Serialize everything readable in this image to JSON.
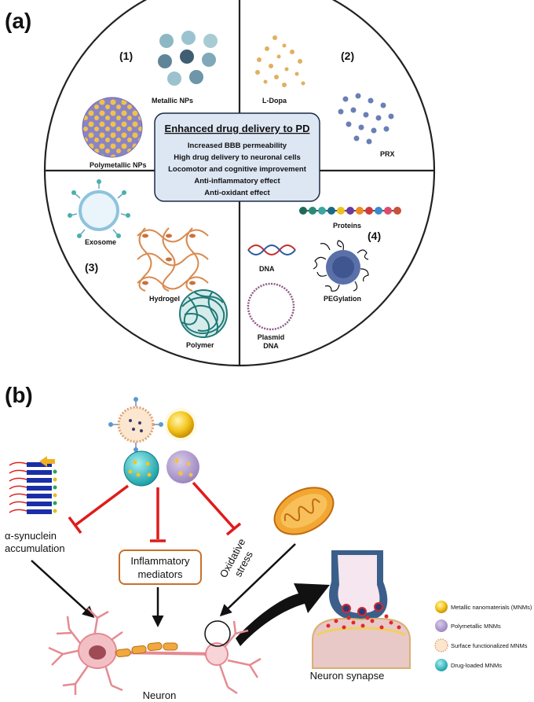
{
  "panel_a": {
    "label": "(a)",
    "center": {
      "title": "Enhanced drug delivery to PD",
      "lines": [
        "Increased BBB permeability",
        "High drug delivery to neuronal cells",
        "Locomotor and cognitive improvement",
        "Anti-inflammatory effect",
        "Anti-oxidant effect"
      ]
    },
    "quadrants": {
      "q1": "(1)",
      "q2": "(2)",
      "q3": "(3)",
      "q4": "(4)"
    },
    "items": {
      "metallic": "Metallic NPs",
      "polymetallic": "Polymetallic NPs",
      "ldopa": "L-Dopa",
      "prx": "PRX",
      "exosome": "Exosome",
      "hydrogel": "Hydrogel",
      "polymer": "Polymer",
      "proteins": "Proteins",
      "dna": "DNA",
      "plasmid_1": "Plasmid",
      "plasmid_2": "DNA",
      "pegylation": "PEGylation"
    }
  },
  "panel_b": {
    "label": "(b)",
    "asyn_1": "α-synuclein",
    "asyn_2": "accumulation",
    "inflam_1": "Inflammatory",
    "inflam_2": "mediators",
    "ox_1": "Oxidative",
    "ox_2": "stress",
    "neuron": "Neuron",
    "synapse": "Neuron synapse",
    "legend": [
      "Metallic nanomaterials (MNMs)",
      "Polymetallic MNMs",
      "Surface functionalized MNMs",
      "Drug-loaded MNMs"
    ]
  },
  "colors": {
    "center_box": "#dde6f3",
    "inhibit": "#e01b1b",
    "metal_np": "#6f8fa2",
    "ldopa": "#e0b060",
    "prx": "#6a7fb4",
    "neuron": "#f2c0c4",
    "mito": "#f2a733",
    "synapse": "#3b5f8a"
  }
}
